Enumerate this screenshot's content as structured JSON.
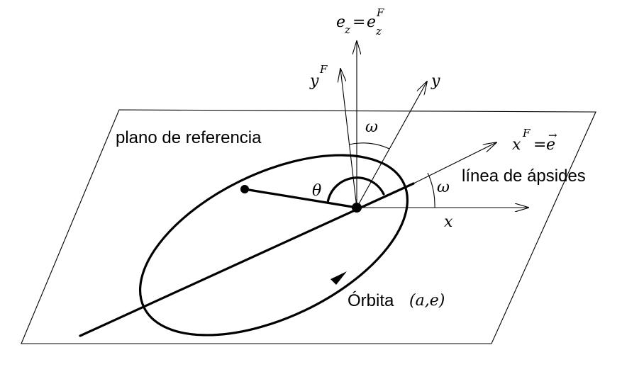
{
  "labels": {
    "plane": "plano de referencia",
    "apsides_line": "línea de ápsides",
    "orbit": "Órbita",
    "orbit_params": "(a,e)",
    "theta": "θ",
    "omega": "ω",
    "x_axis": "x",
    "y_axis": "y",
    "yF_base": "y",
    "yF_sup": "F",
    "xF_base": "x",
    "xF_sup": "F",
    "xF_eq": "=",
    "e_vec": "e",
    "e_vec_arrow": "→",
    "ez_base": "e",
    "ez_sub": "z",
    "ez_eq": "=",
    "ezF_base": "e",
    "ezF_sub": "z",
    "ezF_sup": "F"
  }
}
